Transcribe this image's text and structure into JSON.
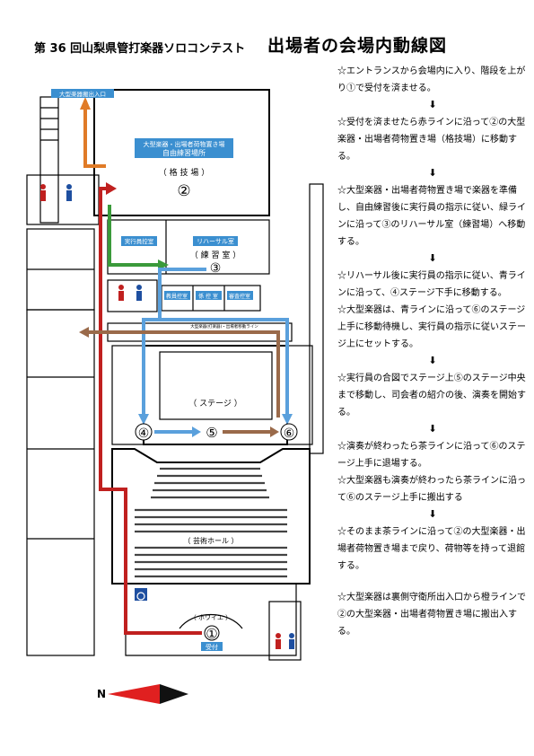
{
  "title": {
    "left": "第 36 回山梨県管打楽器ソロコンテスト",
    "right": "出場者の会場内動線図"
  },
  "colors": {
    "red": "#c0201f",
    "orange": "#e07b27",
    "green": "#3a9a3a",
    "blue": "#5aa0dc",
    "brown": "#9a6a4a",
    "label_bg": "#3b8fd0",
    "compass_red": "#e02020"
  },
  "map": {
    "exit_label": "大型楽器搬出入口",
    "storage_label1": "大型楽器・出場者荷物置き場",
    "storage_label2": "自由練習場所",
    "storage_name": "（ 格 技 場 ）",
    "storage_num": "②",
    "staff_room": "実行員控室",
    "rehearsal_label": "リハーサル室",
    "rehearsal_name": "（ 練 習 室 ）",
    "rehearsal_num": "③",
    "room_a": "教員控室",
    "room_b": "係 控 室",
    "room_c": "審査控室",
    "corridor_label": "大型楽器(打楽器)・出場者移動ライン",
    "stage_label": "（ ステージ ）",
    "n4": "④",
    "n5": "⑤",
    "n6": "⑥",
    "hall_label": "（ 芸術ホール ）",
    "foyer_label": "（ ホワイエ ）",
    "n1": "①",
    "reception": "受付",
    "compass_letter": "N"
  },
  "steps": [
    "☆エントランスから会場内に入り、階段を上がり①で受付を済ませる。",
    "☆受付を済ませたら赤ラインに沿って②の大型楽器・出場者荷物置き場（格技場）に移動する。",
    "☆大型楽器・出場者荷物置き場で楽器を準備し、自由練習後に実行員の指示に従い、緑ラインに沿って③のリハーサル室（練習場）へ移動する。",
    "☆リハーサル後に実行員の指示に従い、青ラインに沿って、④ステージ下手に移動する。",
    "☆大型楽器は、青ラインに沿って⑥のステージ上手に移動待機し、実行員の指示に従いステージ上にセットする。",
    "☆実行員の合図でステージ上⑤のステージ中央まで移動し、司会者の紹介の後、演奏を開始する。",
    "☆演奏が終わったら茶ラインに沿って⑥のステージ上手に退場する。",
    "☆大型楽器も演奏が終わったら茶ラインに沿って⑥のステージ上手に搬出する",
    "☆そのまま茶ラインに沿って②の大型楽器・出場者荷物置き場まで戻り、荷物等を持って退館する。",
    "☆大型楽器は裏側守衛所出入口から橙ラインで②の大型楽器・出場者荷物置き場に搬出入する。"
  ],
  "arrow_glyph": "⬇"
}
